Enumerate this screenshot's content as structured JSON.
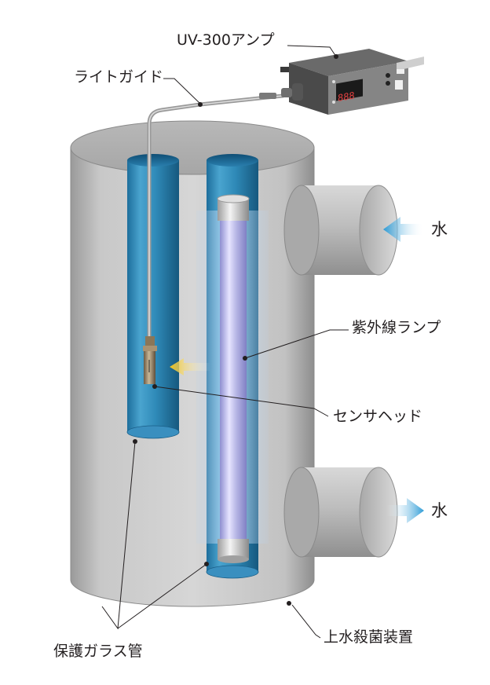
{
  "labels": {
    "amplifier": "UV-300アンプ",
    "light_guide": "ライトガイド",
    "uv_lamp": "紫外線ランプ",
    "sensor_head": "センサヘッド",
    "glass_tube": "保護ガラス管",
    "sterilizer": "上水殺菌装置",
    "water_in": "水",
    "water_out": "水"
  },
  "colors": {
    "tank": "#c4c4c4",
    "glass_blue": "#2f8ab8",
    "lamp_violet": "#b9b8e6",
    "water_arrow": "#3aa6dc",
    "sensor_light": "#f2c41c"
  },
  "icons": {
    "water_in_arrow": "arrow-left-icon",
    "water_out_arrow": "arrow-right-icon",
    "uv_light_arrow": "arrow-left-icon"
  }
}
